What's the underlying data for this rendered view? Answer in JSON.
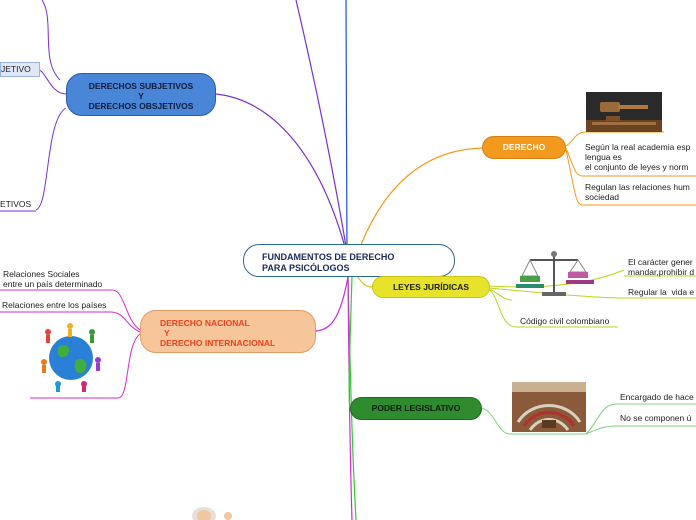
{
  "central": {
    "line1": "FUNDAMENTOS DE DERECHO",
    "line2": "PARA PSICÓLOGOS"
  },
  "left": {
    "derechos": {
      "line1": "DERECHOS SUBJETIVOS",
      "line2": "Y",
      "line3": "DERECHOS OBSJETIVOS",
      "color": "#4a86d8"
    },
    "derechos_leaf_top": "JETIVO",
    "derechos_leaf_bottom": "ETIVOS",
    "nacional": {
      "line1": "DERECHO NACIONAL",
      "line2": "Y",
      "line3": "DERECHO INTERNACIONAL",
      "color": "#f6c59a",
      "text_color": "#e8431e"
    },
    "nacional_leaf1": {
      "line1": "Relaciones Sociales",
      "line2": "entre un país determinado"
    },
    "nacional_leaf2": "Relaciones entre los países"
  },
  "right": {
    "derecho": {
      "label": "DERECHO",
      "color": "#f39a1e"
    },
    "derecho_leaf1": {
      "line1": "Según la real academia esp",
      "line2": "lengua es",
      "line3": "el conjunto de leyes y norm"
    },
    "derecho_leaf2": {
      "line1": "Regulan las relaciones hum",
      "line2": "sociedad"
    },
    "leyes": {
      "label": "LEYES JURÍDICAS",
      "color": "#e6e32a"
    },
    "leyes_leaf1": {
      "line1": "El carácter gener",
      "line2": "mandar,prohibir d"
    },
    "leyes_leaf2": "Regular la  vida e",
    "leyes_leaf3": "Código civil colombiano",
    "poder": {
      "label": "PODER LEGISLATIVO",
      "color": "#2e8b2e"
    },
    "poder_leaf1": "Encargado de hace",
    "poder_leaf2": "No se componen ú"
  }
}
